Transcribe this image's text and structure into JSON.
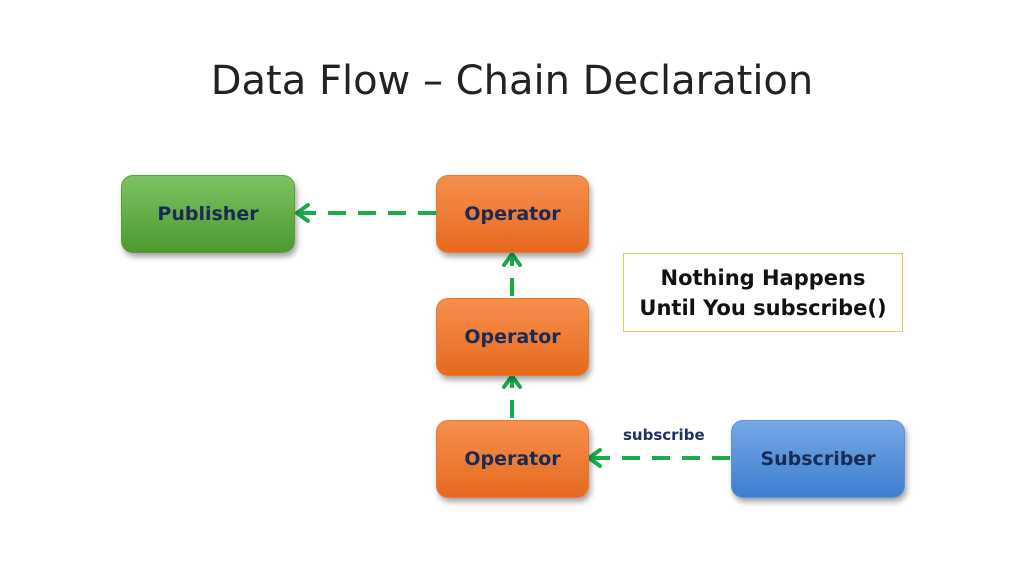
{
  "slide": {
    "title": "Data Flow – Chain Declaration"
  },
  "nodes": {
    "publisher": "Publisher",
    "operator_top": "Operator",
    "operator_middle": "Operator",
    "operator_bottom": "Operator",
    "subscriber": "Subscriber"
  },
  "note": {
    "line1": "Nothing Happens",
    "line2": "Until You subscribe()"
  },
  "edge_label": "subscribe",
  "colors": {
    "arrow": "#1aab4b",
    "publisher": "#5aa83a",
    "operator": "#ee7a32",
    "subscriber": "#4a8ad8",
    "note_border": "#e8c94e"
  }
}
